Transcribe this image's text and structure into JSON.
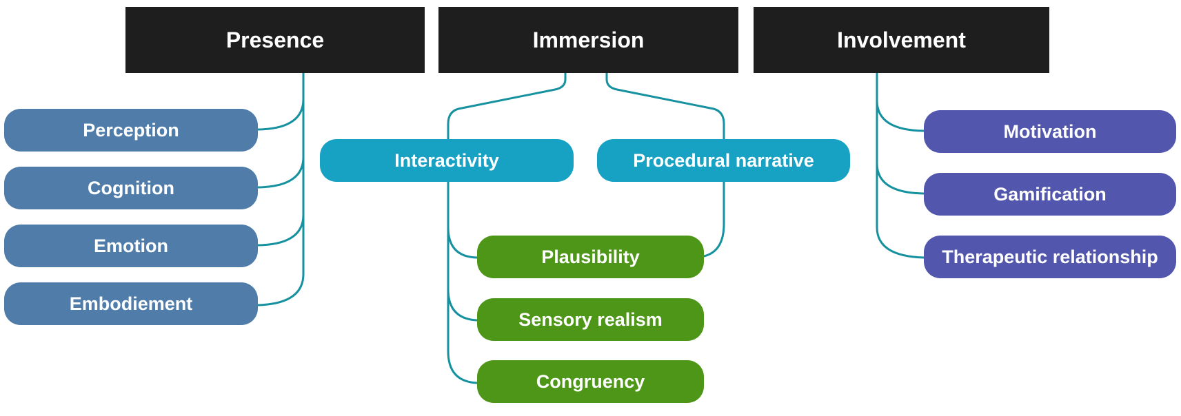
{
  "colors": {
    "header": "#1e1e1e",
    "presence": "#4f7ca9",
    "immersion": "#17a2c3",
    "immersion_leaf": "#4e9617",
    "involvement": "#5256ad",
    "connector": "#16919f"
  },
  "presence": {
    "title": "Presence",
    "items": [
      "Perception",
      "Cognition",
      "Emotion",
      "Embodiement"
    ]
  },
  "immersion": {
    "title": "Immersion",
    "branches": [
      "Interactivity",
      "Procedural narrative"
    ],
    "items": [
      "Plausibility",
      "Sensory realism",
      "Congruency"
    ]
  },
  "involvement": {
    "title": "Involvement",
    "items": [
      "Motivation",
      "Gamification",
      "Therapeutic relationship"
    ]
  }
}
